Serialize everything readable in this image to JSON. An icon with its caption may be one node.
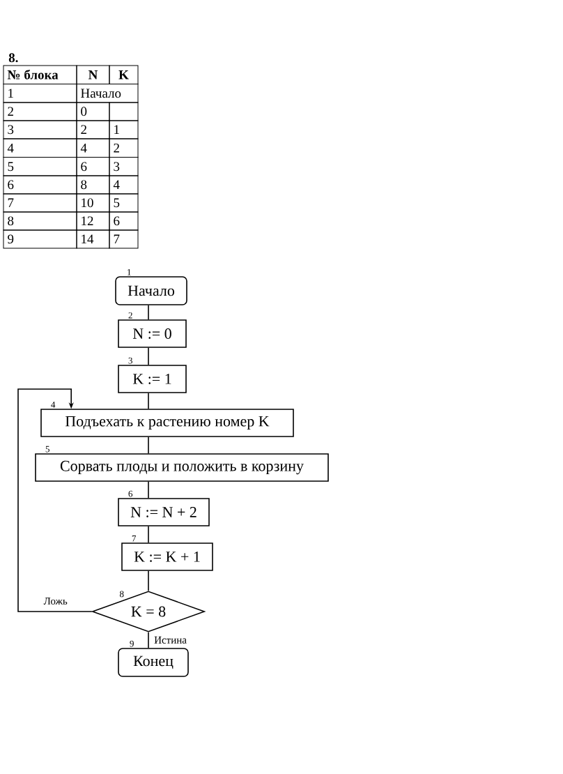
{
  "diagram": {
    "nodes": [
      {
        "text": [
          "Начало"
        ],
        "beside": [
          "1"
        ]
      },
      {
        "text": [
          "N := 0"
        ],
        "beside": [
          "2"
        ]
      },
      {
        "text": [
          "K := 1"
        ],
        "beside": [
          "3"
        ]
      },
      {
        "text": [
          "Подъехать к растению номер K"
        ],
        "beside": [
          "4"
        ]
      },
      {
        "text": [
          "Сорвать плоды и положить в корзину"
        ],
        "beside": [
          "5"
        ]
      },
      {
        "text": [
          "N := N + 2"
        ],
        "beside": [
          "6"
        ]
      },
      {
        "text": [
          "K := K + 1"
        ],
        "beside": [
          "7"
        ]
      },
      {
        "text": [
          "K = 8"
        ],
        "beside": [
          "8"
        ]
      },
      {
        "text": [
          "Конец"
        ],
        "beside": [
          "9"
        ]
      }
    ],
    "edges": [
      {
        "from": 0,
        "to": 1,
        "arrow": "none"
      },
      {
        "from": 1,
        "to": 2,
        "arrow": "none"
      },
      {
        "from": 2,
        "to": 3,
        "arrow": "none"
      },
      {
        "from": 3,
        "to": 4,
        "arrow": "none"
      },
      {
        "from": 4,
        "to": 5,
        "arrow": "none"
      },
      {
        "from": 5,
        "to": 6,
        "arrow": "none"
      },
      {
        "from": 6,
        "to": 7,
        "arrow": "none"
      },
      {
        "from": 7,
        "to": 3,
        "arrow": "to",
        "label": "Ложь"
      },
      {
        "from": 7,
        "to": 8,
        "arrow": "none",
        "label": "Истина"
      }
    ],
    "labels": [
      "8.",
      "№ блока",
      "N",
      "K",
      "1",
      "Начало",
      "2",
      "0",
      "3",
      "2",
      "1",
      "4",
      "4",
      "2",
      "5",
      "6",
      "3",
      "6",
      "8",
      "4",
      "7",
      "10",
      "5",
      "8",
      "12",
      "6",
      "9",
      "14",
      "7"
    ]
  }
}
